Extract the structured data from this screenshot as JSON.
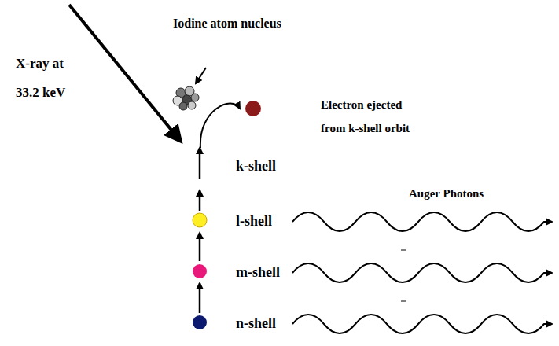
{
  "diagram": {
    "labels": [
      "X-ray at 33.2 keV",
      "Iodine atom nucleus",
      "Electron ejected from k-shell orbit",
      "k-shell",
      "Auger Photons",
      "l-shell",
      "m-shell",
      "n-shell"
    ]
  }
}
